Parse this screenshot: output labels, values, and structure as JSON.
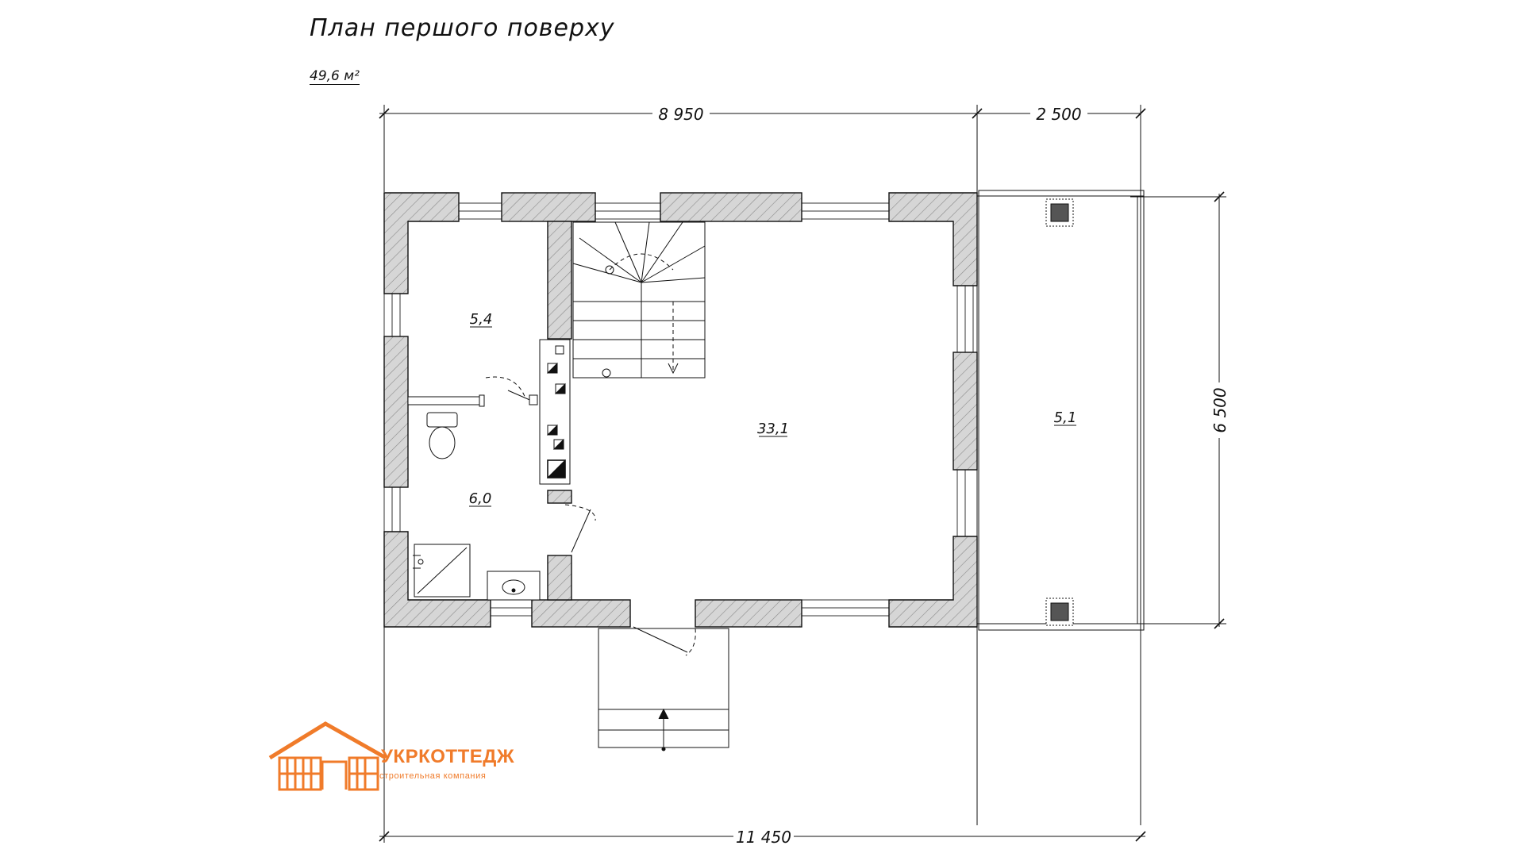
{
  "title": "План першого поверху",
  "total_area": "49,6 м²",
  "dimensions": {
    "top_left": "8 950",
    "top_right": "2 500",
    "right_side": "6 500",
    "bottom_total": "11 450"
  },
  "rooms": [
    {
      "id": "room-hall",
      "area": "5,4"
    },
    {
      "id": "room-bathroom",
      "area": "6,0"
    },
    {
      "id": "room-living",
      "area": "33,1"
    },
    {
      "id": "room-terrace",
      "area": "5,1"
    }
  ],
  "logo": {
    "name": "УКРКОТТЕДЖ",
    "tagline": "строительная компания",
    "color": "#f07b2a"
  },
  "colors": {
    "wall_fill": "#d6d6d6",
    "line": "#111111",
    "accent": "#f07b2a"
  }
}
